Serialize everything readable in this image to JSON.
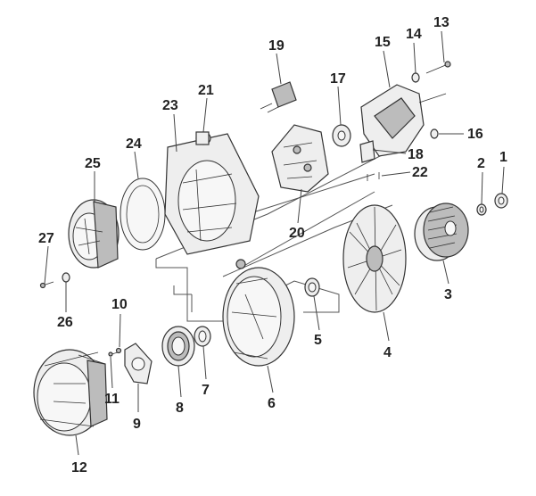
{
  "diagram": {
    "labels": {
      "p1": "1",
      "p2": "2",
      "p3": "3",
      "p4": "4",
      "p5": "5",
      "p6": "6",
      "p7": "7",
      "p8": "8",
      "p9": "9",
      "p10": "10",
      "p11": "11",
      "p12": "12",
      "p13": "13",
      "p14": "14",
      "p15": "15",
      "p16": "16",
      "p17": "17",
      "p18": "18",
      "p19": "19",
      "p20": "20",
      "p21": "21",
      "p22": "22",
      "p23": "23",
      "p24": "24",
      "p25": "25",
      "p26": "26",
      "p27": "27"
    }
  }
}
